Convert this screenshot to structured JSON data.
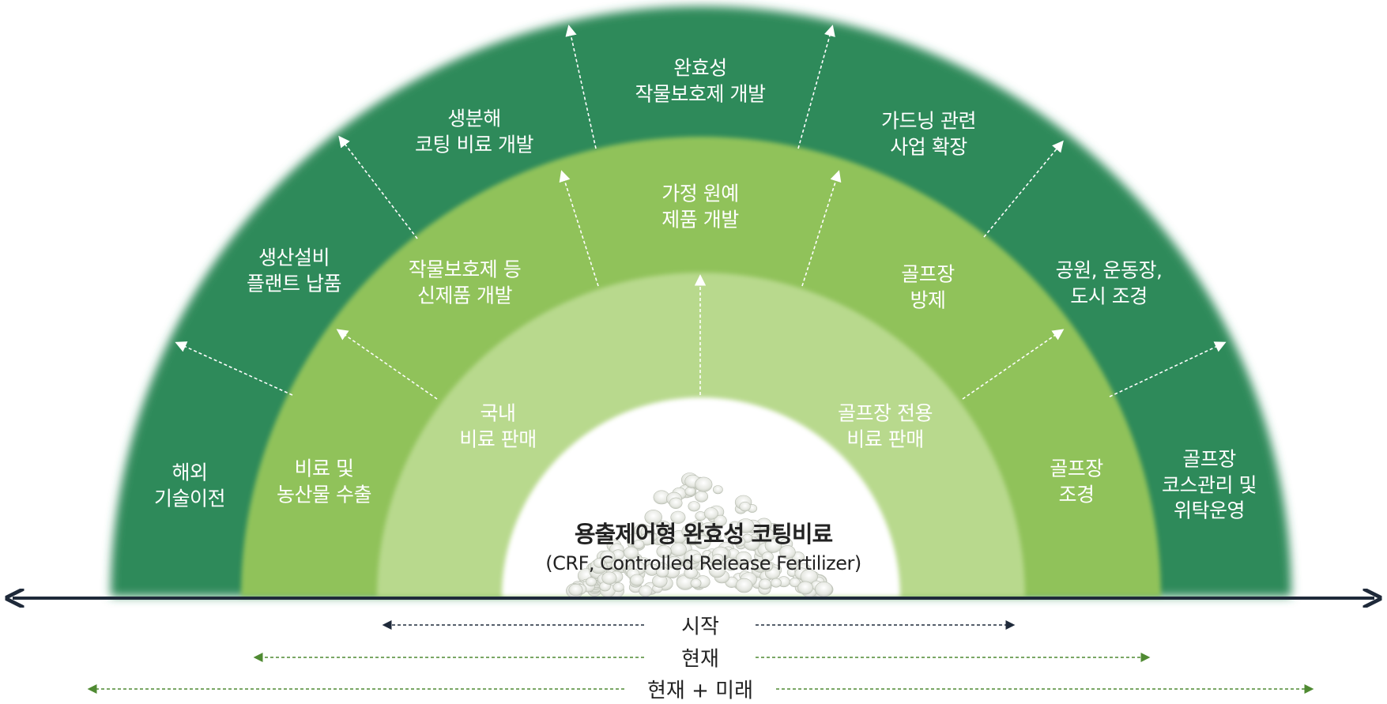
{
  "colors": {
    "outer_ring": "#2e8a5a",
    "middle_ring": "#90c25a",
    "inner_ring": "#b8d98d",
    "core": "#ffffff",
    "axis": "#1f2a3a",
    "timeline_start": "#1f2a3a",
    "timeline_now": "#4f8a32",
    "timeline_future": "#4f8a32",
    "label_text": "#ffffff"
  },
  "center": {
    "title": "용출제어형 완효성 코팅비료",
    "subtitle": "(CRF, Controlled Release Fertilizer)",
    "image_icon": "fertilizer-granules-image"
  },
  "inner_ring": {
    "left": [
      "국내",
      "비료 판매"
    ],
    "top": [
      "가정 원예",
      "제품 개발"
    ],
    "right": [
      "골프장 전용",
      "비료 판매"
    ]
  },
  "middle_ring": {
    "left_bottom": [
      "비료 및",
      "농산물 수출"
    ],
    "left_top": [
      "작물보호제 등",
      "신제품 개발"
    ],
    "right_top": [
      "골프장",
      "방제"
    ],
    "right_bottom": [
      "골프장",
      "조경"
    ]
  },
  "outer_ring": {
    "far_left": [
      "해외",
      "기술이전"
    ],
    "left": [
      "생산설비",
      "플랜트 납품"
    ],
    "upper_left": [
      "생분해",
      "코팅 비료 개발"
    ],
    "top": [
      "완효성",
      "작물보호제 개발"
    ],
    "upper_right": [
      "가드닝 관련",
      "사업 확장"
    ],
    "right": [
      "공원, 운동장,",
      "도시 조경"
    ],
    "far_right": [
      "골프장",
      "코스관리 및",
      "위탁운영"
    ]
  },
  "timeline": {
    "start": "시작",
    "now": "현재",
    "future": "현재 + 미래"
  }
}
